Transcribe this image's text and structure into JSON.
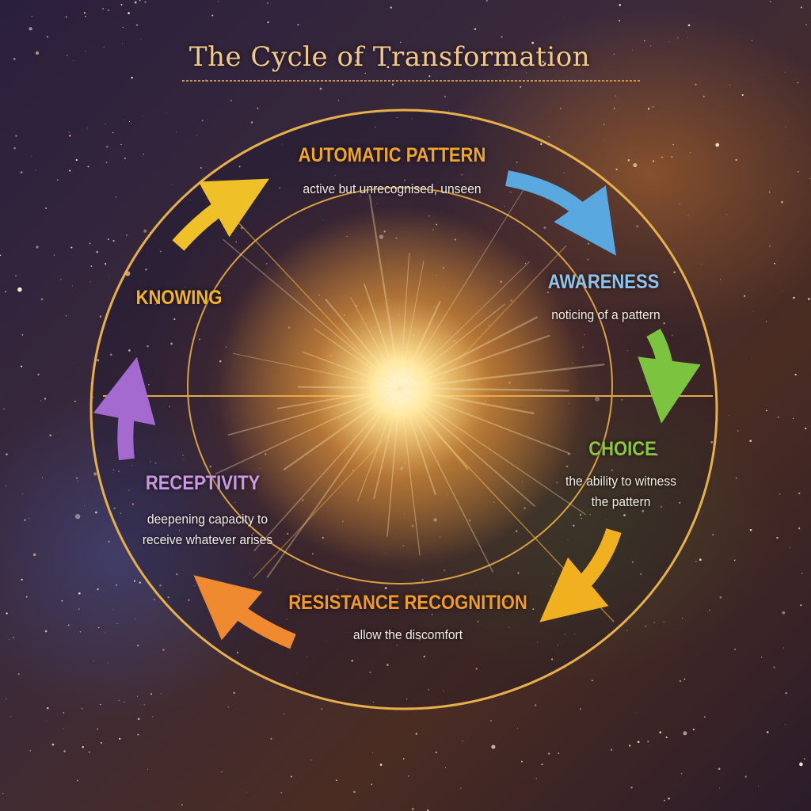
{
  "title": "The Cycle of Transformation",
  "stages": [
    {
      "heading": "AUTOMATIC PATTERN",
      "lines": [
        "active but unrecognised, unseen"
      ],
      "color": "#f0a62a"
    },
    {
      "heading": "AWARENESS",
      "lines": [
        "noticing of a pattern"
      ],
      "color": "#8ec4ec"
    },
    {
      "heading": "CHOICE",
      "lines": [
        "the ability to witness",
        "the pattern"
      ],
      "color": "#8cc63f"
    },
    {
      "heading": "RESISTANCE RECOGNITION",
      "lines": [
        "allow the discomfort"
      ],
      "color": "#f09a2a"
    },
    {
      "heading": "RECEPTIVITY",
      "lines": [
        "deepening capacity to",
        "receive whatever arises"
      ],
      "color": "#c99ae0"
    },
    {
      "heading": "KNOWING",
      "lines": [],
      "color": "#f2b52a"
    }
  ],
  "colors": {
    "ring": "#e8b04a",
    "title": "#f3c98a"
  }
}
